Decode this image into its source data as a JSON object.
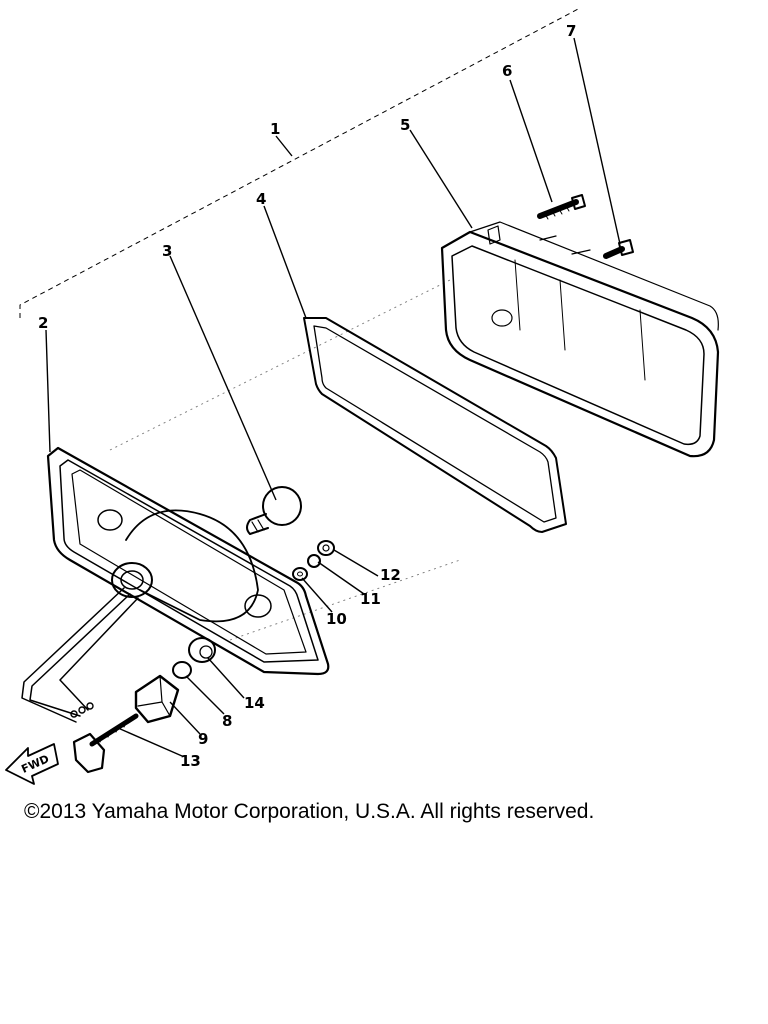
{
  "callouts": [
    {
      "id": "1",
      "label": "1"
    },
    {
      "id": "2",
      "label": "2"
    },
    {
      "id": "3",
      "label": "3"
    },
    {
      "id": "4",
      "label": "4"
    },
    {
      "id": "5",
      "label": "5"
    },
    {
      "id": "6",
      "label": "6"
    },
    {
      "id": "7",
      "label": "7"
    },
    {
      "id": "8",
      "label": "8"
    },
    {
      "id": "9",
      "label": "9"
    },
    {
      "id": "10",
      "label": "10"
    },
    {
      "id": "11",
      "label": "11"
    },
    {
      "id": "12",
      "label": "12"
    },
    {
      "id": "13",
      "label": "13"
    },
    {
      "id": "14",
      "label": "14"
    }
  ],
  "fwd_label": "FWD",
  "copyright": "©2013 Yamaha Motor Corporation, U.S.A. All rights reserved."
}
